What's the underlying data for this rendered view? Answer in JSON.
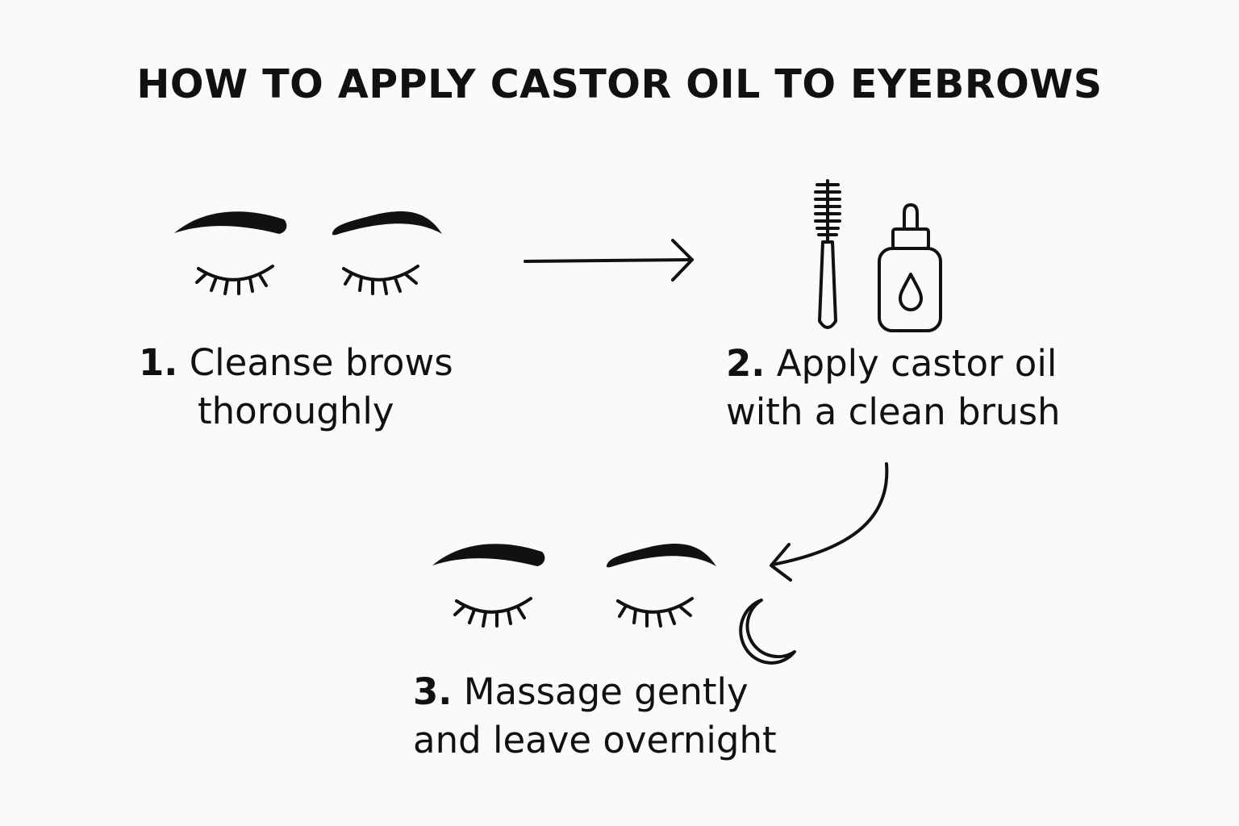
{
  "title": "HOW TO APPLY CASTOR OIL TO EYEBROWS",
  "colors": {
    "background": "#fafafa",
    "ink": "#111111"
  },
  "steps": [
    {
      "number": "1.",
      "line1": "Cleanse brows",
      "line2": "thoroughly",
      "icons": [
        "closed-eyes-icon"
      ]
    },
    {
      "number": "2.",
      "line1": "Apply castor oil",
      "line2": "with a clean brush",
      "icons": [
        "spoolie-brush-icon",
        "dropper-bottle-icon"
      ]
    },
    {
      "number": "3.",
      "line1": "Massage gently",
      "line2": "and leave overnight",
      "icons": [
        "closed-eyes-icon",
        "crescent-moon-icon"
      ]
    }
  ]
}
